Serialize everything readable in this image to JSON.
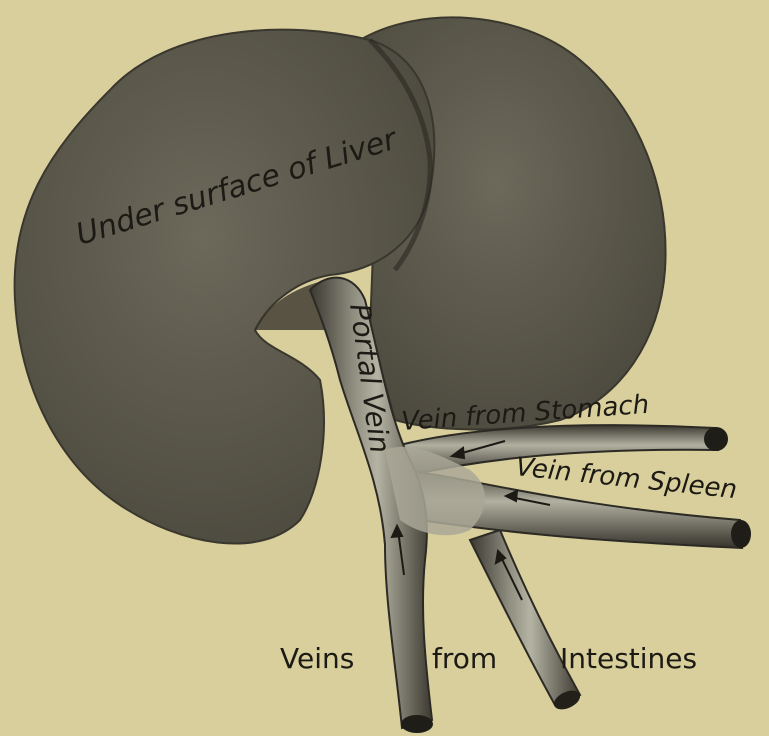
{
  "labels": {
    "liver": "Under surface of Liver",
    "portal_vein": "Portal Vein",
    "vein_stomach": "Vein from Stomach",
    "vein_spleen": "Vein from Spleen",
    "veins_intestines_1": "Veins",
    "veins_intestines_2": "from",
    "veins_intestines_3": "Intestines"
  },
  "colors": {
    "paper": "#d9cf9c",
    "liver": "#5d5a4e",
    "vein_fill": "#9a9888",
    "vein_dark": "#2f2d26",
    "ink": "#1c1a14"
  }
}
